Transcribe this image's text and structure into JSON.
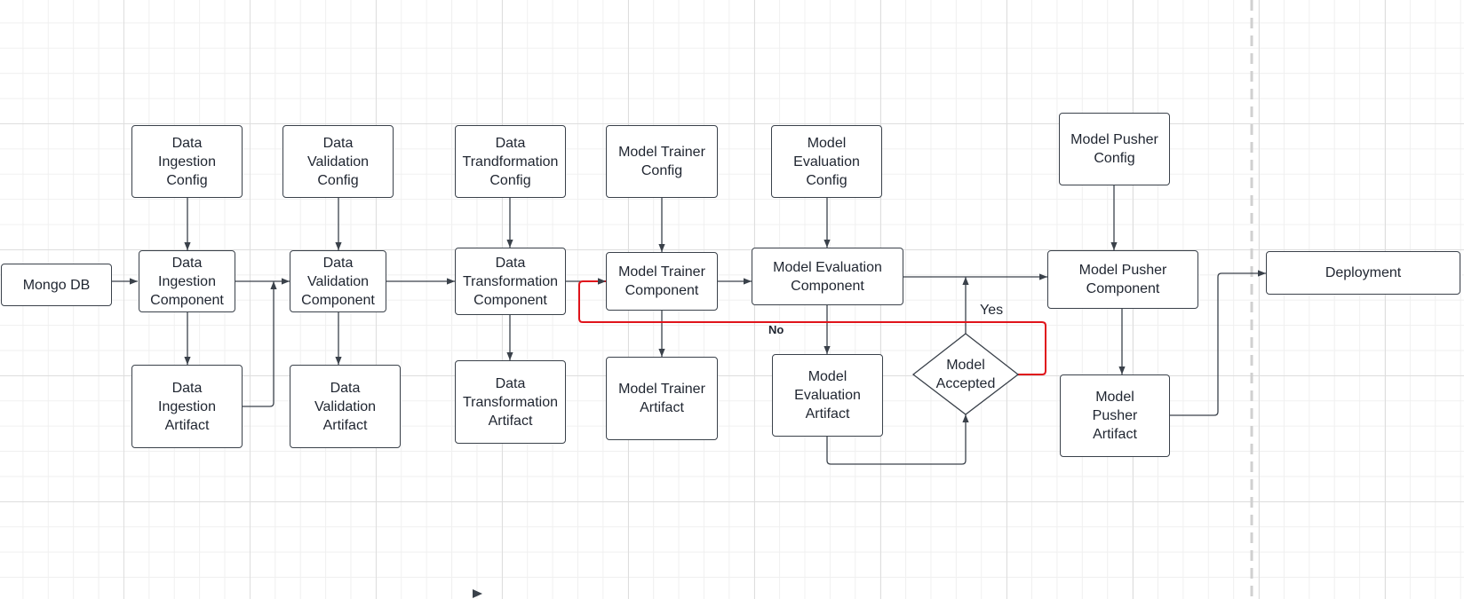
{
  "colors": {
    "edge": "#3a414a",
    "rejected_edge": "#e0141b",
    "node_border": "#3a414a",
    "divider": "#d0d0d0"
  },
  "nodes": {
    "mongo_db": "Mongo DB",
    "data_ingestion_config": "Data\nIngestion\nConfig",
    "data_ingestion_component": "Data\nIngestion\nComponent",
    "data_ingestion_artifact": "Data\nIngestion\nArtifact",
    "data_validation_config": "Data\nValidation\nConfig",
    "data_validation_component": "Data\nValidation\nComponent",
    "data_validation_artifact": "Data\nValidation\nArtifact",
    "data_transformation_config": "Data\nTrandformation\nConfig",
    "data_transformation_component": "Data\nTransformation\nComponent",
    "data_transformation_artifact": "Data\nTransformation\nArtifact",
    "model_trainer_config": "Model Trainer\nConfig",
    "model_trainer_component": "Model Trainer\nComponent",
    "model_trainer_artifact": "Model Trainer\nArtifact",
    "model_evaluation_config": "Model\nEvaluation\nConfig",
    "model_evaluation_component": "Model Evaluation\nComponent",
    "model_evaluation_artifact": "Model\nEvaluation\nArtifact",
    "model_accepted": "Model\nAccepted",
    "model_pusher_config": "Model Pusher\nConfig",
    "model_pusher_component": "Model Pusher\nComponent",
    "model_pusher_artifact": "Model\nPusher\nArtifact",
    "deployment": "Deployment"
  },
  "edge_labels": {
    "yes": "Yes",
    "no": "No"
  }
}
